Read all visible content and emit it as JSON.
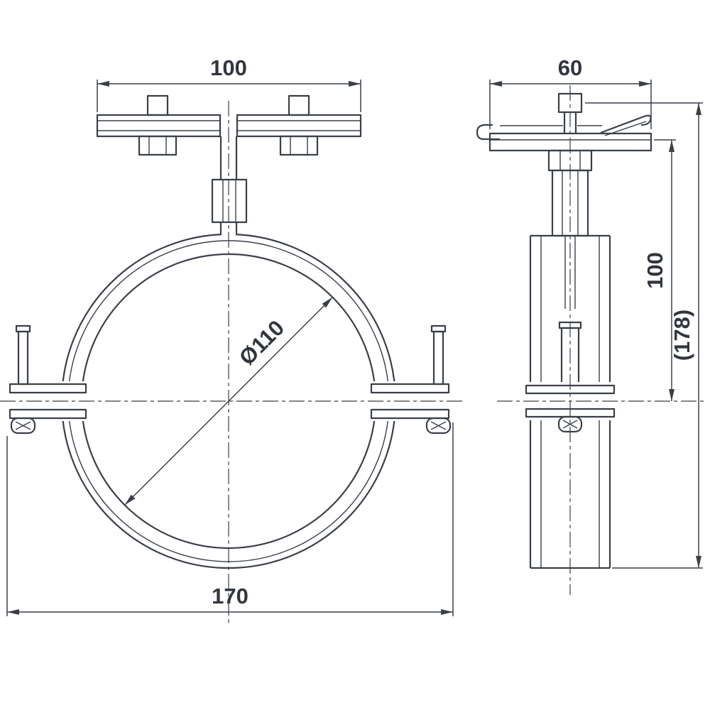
{
  "drawing": {
    "kind": "pipe-clamp-technical-drawing",
    "front": {
      "dim_top_width": "100",
      "dim_pipe_diameter": "Ø110",
      "dim_overall_width": "170"
    },
    "side": {
      "dim_top_width": "60",
      "dim_axis_height": "100",
      "dim_overall_height": "(178)"
    },
    "colors": {
      "line": "#3a4048",
      "text": "#31363e",
      "background": "#ffffff"
    }
  }
}
